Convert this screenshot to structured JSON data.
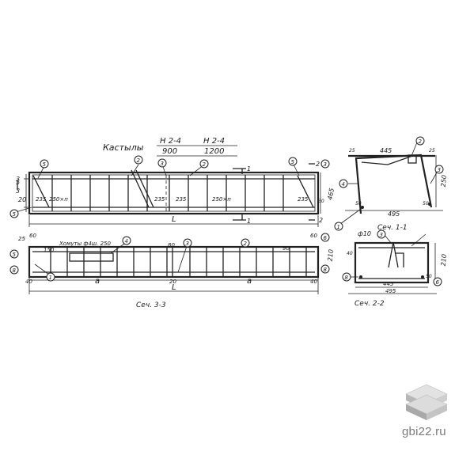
{
  "title": {
    "label": "Кастылы",
    "mark_a": "Н 2-4",
    "mark_b": "Н 2-4",
    "len_a": "900",
    "len_b": "1200"
  },
  "elevation": {
    "dims": {
      "d235_left": "235",
      "d250_left": "250×п",
      "d235_mid_l": "235",
      "d235_mid_r": "235",
      "d250_right": "250×п",
      "d235_right": "235",
      "d20": "20",
      "d5": "5",
      "d465": "465",
      "d30": "30",
      "overall": "L"
    },
    "cut_marks": {
      "cut1_top": "1",
      "cut1_bot": "1",
      "cut2_top": "2",
      "cut2_bot": "2",
      "cut3_top": "3",
      "cut3_bot": "3"
    }
  },
  "plan": {
    "dims": {
      "d25": "25",
      "d60_left": "60",
      "d150": "150",
      "clamp_note": "Хомуты ф4ш. 250",
      "d80": "80",
      "d90": "90",
      "d60_right": "60",
      "d210": "210",
      "d40_left": "40",
      "a_left": "a",
      "d20_mid": "20",
      "a_right": "a",
      "d40_right": "40",
      "overall": "L"
    },
    "caption": "Сеч. 3-3"
  },
  "section11": {
    "dims": {
      "d45_top": "445",
      "d25_l": "25",
      "d25_r": "25",
      "d250": "250",
      "d50_l": "50",
      "d50_r": "50",
      "d495": "495"
    },
    "caption": "Сеч. 1-1"
  },
  "section22": {
    "dims": {
      "d10": "ф10",
      "d210": "210",
      "d40": "40",
      "d50": "50",
      "d445": "445",
      "d495": "495"
    },
    "caption": "Сеч. 2-2"
  },
  "bubbles": {
    "b1": "1",
    "b2": "2",
    "b3": "3",
    "b4": "4",
    "b5": "5",
    "b6": "6",
    "b8": "8"
  },
  "brand": {
    "text": "gbi22.ru"
  }
}
